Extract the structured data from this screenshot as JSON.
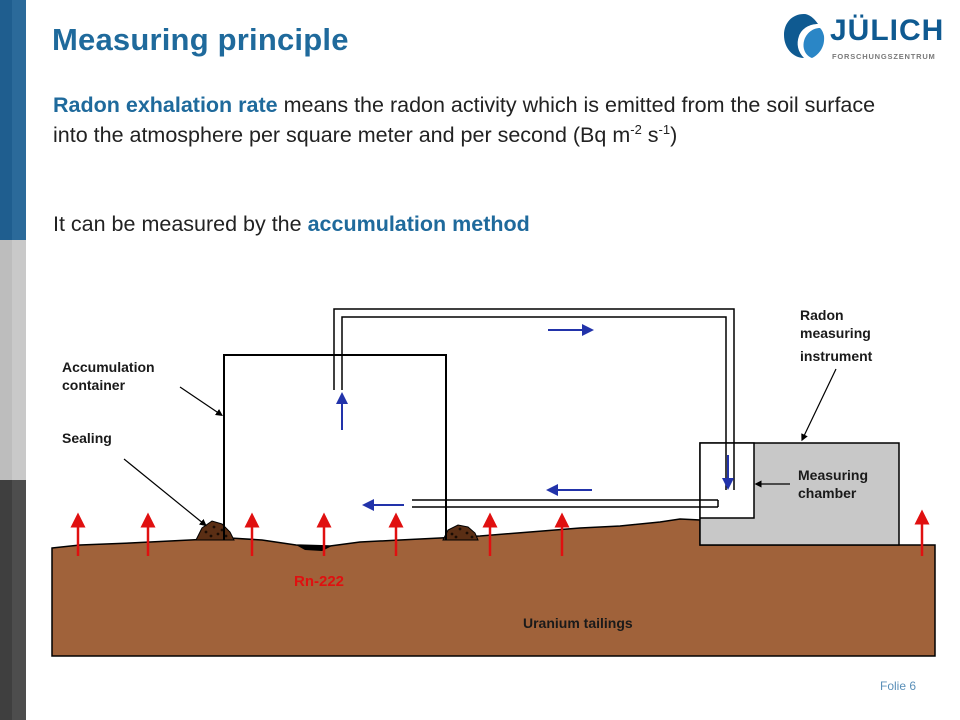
{
  "slide": {
    "title": "Measuring principle",
    "logo": {
      "name": "JÜLICH",
      "subtitle": "FORSCHUNGSZENTRUM"
    },
    "paragraph1": {
      "highlight": "Radon exhalation rate",
      "text_a": " means the radon activity which is emitted from the soil surface into the atmosphere per square meter and per second (Bq m",
      "sup1": "-2",
      "text_b": " s",
      "sup2": "-1",
      "text_c": ")"
    },
    "paragraph2": {
      "text": "It can be measured by the ",
      "highlight": "accumulation method"
    },
    "folio": "Folie 6"
  },
  "diagram": {
    "labels": {
      "accumulation_line1": "Accumulation",
      "accumulation_line2": "container",
      "sealing": "Sealing",
      "radon_line1": "Radon",
      "radon_line2": "measuring",
      "radon_line3": "instrument",
      "chamber_line1": "Measuring",
      "chamber_line2": "chamber",
      "rn": "Rn-222",
      "tailings": "Uranium tailings"
    },
    "colors": {
      "soil": "#a0623a",
      "arrow_red": "#e01010",
      "arrow_blue": "#2233aa",
      "chamber": "#c8c8c8",
      "sealing": "#5a2e14"
    }
  }
}
